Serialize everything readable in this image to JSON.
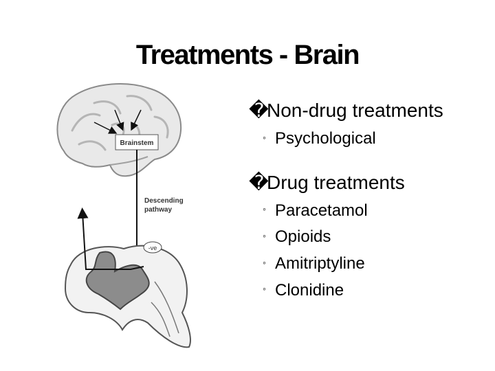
{
  "slide": {
    "title": "Treatments - Brain"
  },
  "figure": {
    "brainstem_label": "Brainstem",
    "pathway_label_line1": "Descending",
    "pathway_label_line2": "pathway",
    "inhibition_label": "-ve"
  },
  "bullets": [
    {
      "marker": "�",
      "text": "Non-drug treatments",
      "subitems": [
        {
          "marker": "◦",
          "text": "Psychological"
        }
      ]
    },
    {
      "marker": "�",
      "text": "Drug treatments",
      "subitems": [
        {
          "marker": "◦",
          "text": "Paracetamol"
        },
        {
          "marker": "◦",
          "text": "Opioids"
        },
        {
          "marker": "◦",
          "text": "Amitriptyline"
        },
        {
          "marker": "◦",
          "text": "Clonidine"
        }
      ]
    }
  ]
}
